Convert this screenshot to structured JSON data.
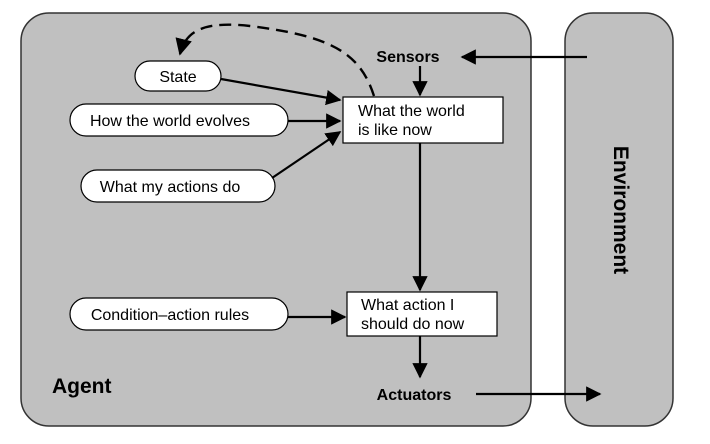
{
  "diagram": {
    "agent_label": "Agent",
    "environment_label": "Environment",
    "sensors_label": "Sensors",
    "actuators_label": "Actuators",
    "nodes": {
      "state": "State",
      "how_world_evolves": "How the world evolves",
      "what_my_actions_do": "What my actions do",
      "condition_action_rules": "Condition–action rules",
      "world_now_line1": "What the world",
      "world_now_line2": "is like now",
      "action_line1": "What action I",
      "action_line2": "should do now"
    },
    "colors": {
      "panel_fill": "#c0c0c0",
      "panel_stroke": "#333333",
      "box_fill": "#ffffff",
      "line": "#000000"
    }
  }
}
